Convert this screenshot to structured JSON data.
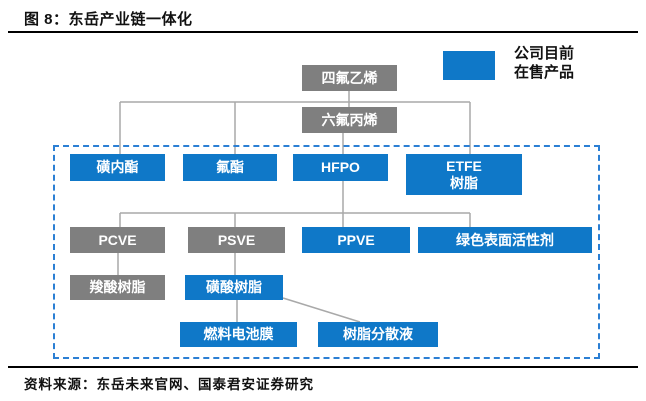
{
  "figure": {
    "title": "图 8：东岳产业链一体化",
    "source": "资料来源：东岳未来官网、国泰君安证券研究"
  },
  "legend": {
    "line1": "公司目前",
    "line2": "在售产品",
    "swatch_meaning": "blue box = product currently on sale"
  },
  "colors": {
    "on_sale_blue": "#0f78c8",
    "intermediate_gray": "#7f7f7f",
    "connector_gray": "#a9a9a9",
    "dashed_border_blue": "#2b7fd4",
    "text_black": "#111111"
  },
  "nodes": {
    "tfe": {
      "label": "四氟乙烯",
      "status": "intermediate"
    },
    "hfp": {
      "label": "六氟丙烯",
      "status": "intermediate"
    },
    "sultone": {
      "label": "磺内酯",
      "status": "on-sale"
    },
    "fluoroester": {
      "label": "氟酯",
      "status": "on-sale"
    },
    "hfpo": {
      "label": "HFPO",
      "status": "on-sale"
    },
    "etfe": {
      "line1": "ETFE",
      "line2": "树脂",
      "status": "on-sale"
    },
    "pcve": {
      "label": "PCVE",
      "status": "intermediate"
    },
    "psve": {
      "label": "PSVE",
      "status": "intermediate"
    },
    "ppve": {
      "label": "PPVE",
      "status": "on-sale"
    },
    "surfactant": {
      "label": "绿色表面活性剂",
      "status": "on-sale"
    },
    "carboxylic_resin": {
      "label": "羧酸树脂",
      "status": "intermediate"
    },
    "sulfonic_resin": {
      "label": "磺酸树脂",
      "status": "on-sale"
    },
    "fuel_cell_membrane": {
      "label": "燃料电池膜",
      "status": "on-sale"
    },
    "resin_dispersion": {
      "label": "树脂分散液",
      "status": "on-sale"
    }
  },
  "edges": [
    {
      "from": "四氟乙烯",
      "to": "磺内酯"
    },
    {
      "from": "四氟乙烯",
      "to": "氟酯"
    },
    {
      "from": "四氟乙烯",
      "to": "ETFE树脂"
    },
    {
      "from": "四氟乙烯",
      "to": "六氟丙烯"
    },
    {
      "from": "六氟丙烯",
      "to": "HFPO"
    },
    {
      "from": "HFPO",
      "to": "PCVE"
    },
    {
      "from": "HFPO",
      "to": "PSVE"
    },
    {
      "from": "HFPO",
      "to": "PPVE"
    },
    {
      "from": "HFPO",
      "to": "绿色表面活性剂"
    },
    {
      "from": "PCVE",
      "to": "羧酸树脂"
    },
    {
      "from": "PSVE",
      "to": "磺酸树脂"
    },
    {
      "from": "磺酸树脂",
      "to": "燃料电池膜"
    },
    {
      "from": "磺酸树脂",
      "to": "树脂分散液"
    }
  ]
}
